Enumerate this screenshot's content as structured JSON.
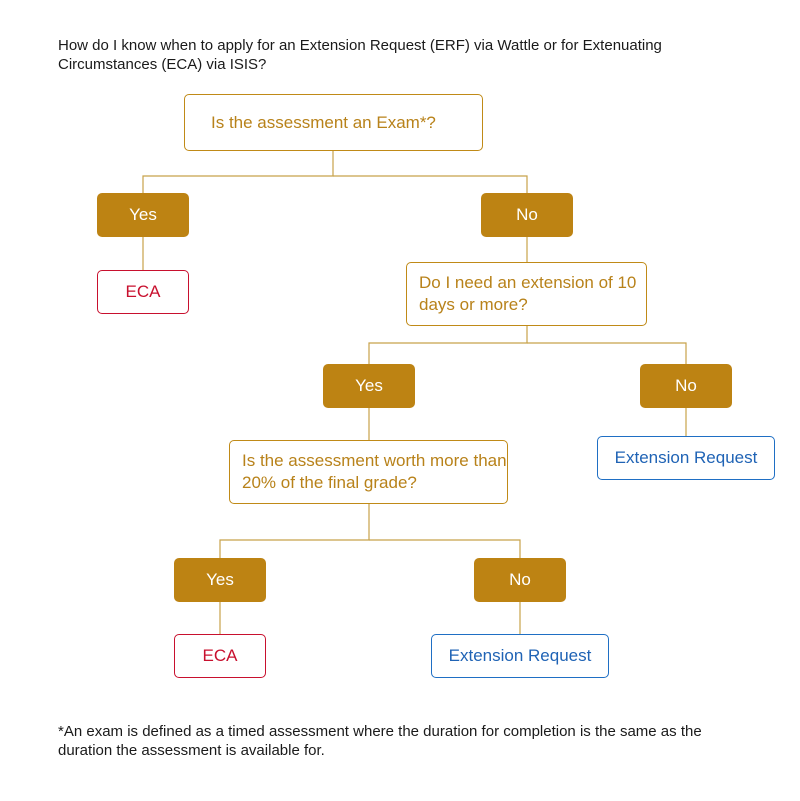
{
  "heading": "How do I know when to apply for an Extension Request (ERF) via Wattle or for Extenuating Circumstances (ECA) via ISIS?",
  "footnote": "*An exam is defined as a timed assessment where the duration for completion is the same as the duration the assessment is available for.",
  "colors": {
    "question_border": "#c08a17",
    "answer_fill": "#bd8313",
    "eca": "#c8102e",
    "extension": "#1f6fc4"
  },
  "nodes": {
    "q1": "Is the assessment an Exam*?",
    "q1_yes": "Yes",
    "q1_no": "No",
    "q1_yes_result": "ECA",
    "q2": "Do I need an extension of 10 days or more?",
    "q2_yes": "Yes",
    "q2_no": "No",
    "q2_no_result": "Extension Request",
    "q3": "Is the assessment worth more than 20% of the final grade?",
    "q3_yes": "Yes",
    "q3_no": "No",
    "q3_yes_result": "ECA",
    "q3_no_result": "Extension Request"
  }
}
